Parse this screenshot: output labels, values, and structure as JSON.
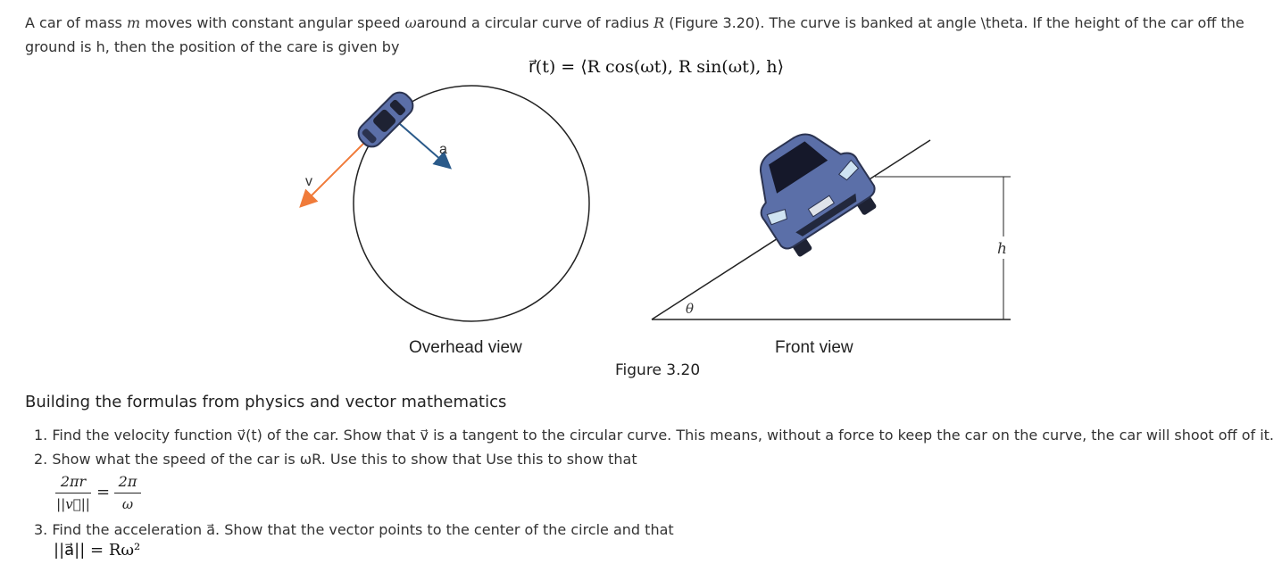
{
  "intro": {
    "part1": "A car of mass ",
    "m": "m",
    "part2": " moves with constant angular speed ",
    "omega": "ω",
    "part3": "around a circular curve of radius ",
    "R": "R",
    "part4": " (Figure 3.20). The curve is banked at angle \\theta. If the height of the car off the ground is h, then the position of the care is given by"
  },
  "equation_main": "r⃗(t) = ⟨R cos(ωt), R sin(ωt), h⟩",
  "figure": {
    "overhead_label": "Overhead view",
    "front_label": "Front view",
    "caption": "Figure 3.20",
    "label_v": "v",
    "label_a": "a",
    "label_h": "h",
    "label_theta": "θ",
    "colors": {
      "velocity_arrow": "#f07b3a",
      "accel_arrow": "#2a5a8a",
      "car_body": "#5b6fa8",
      "line": "#222222"
    }
  },
  "section_heading": "Building the formulas from physics and vector mathematics",
  "list": {
    "item1": "1. Find the velocity function v⃗(t) of the car.  Show that v⃗ is a tangent to the circular curve.  This means, without a force to keep the car on the curve, the car will shoot off of it.",
    "item2": "2. Show what the speed of the car is ωR. Use this to show that Use this to show that",
    "item3": "3. Find the acceleration a⃗.  Show that the vector points to the center of the circle and that"
  },
  "fraction": {
    "left_num": "2πr",
    "left_den": "||v⃗||",
    "equals": "=",
    "right_num": "2π",
    "right_den": "ω"
  },
  "accel_equation": "||a⃗|| = Rω²"
}
